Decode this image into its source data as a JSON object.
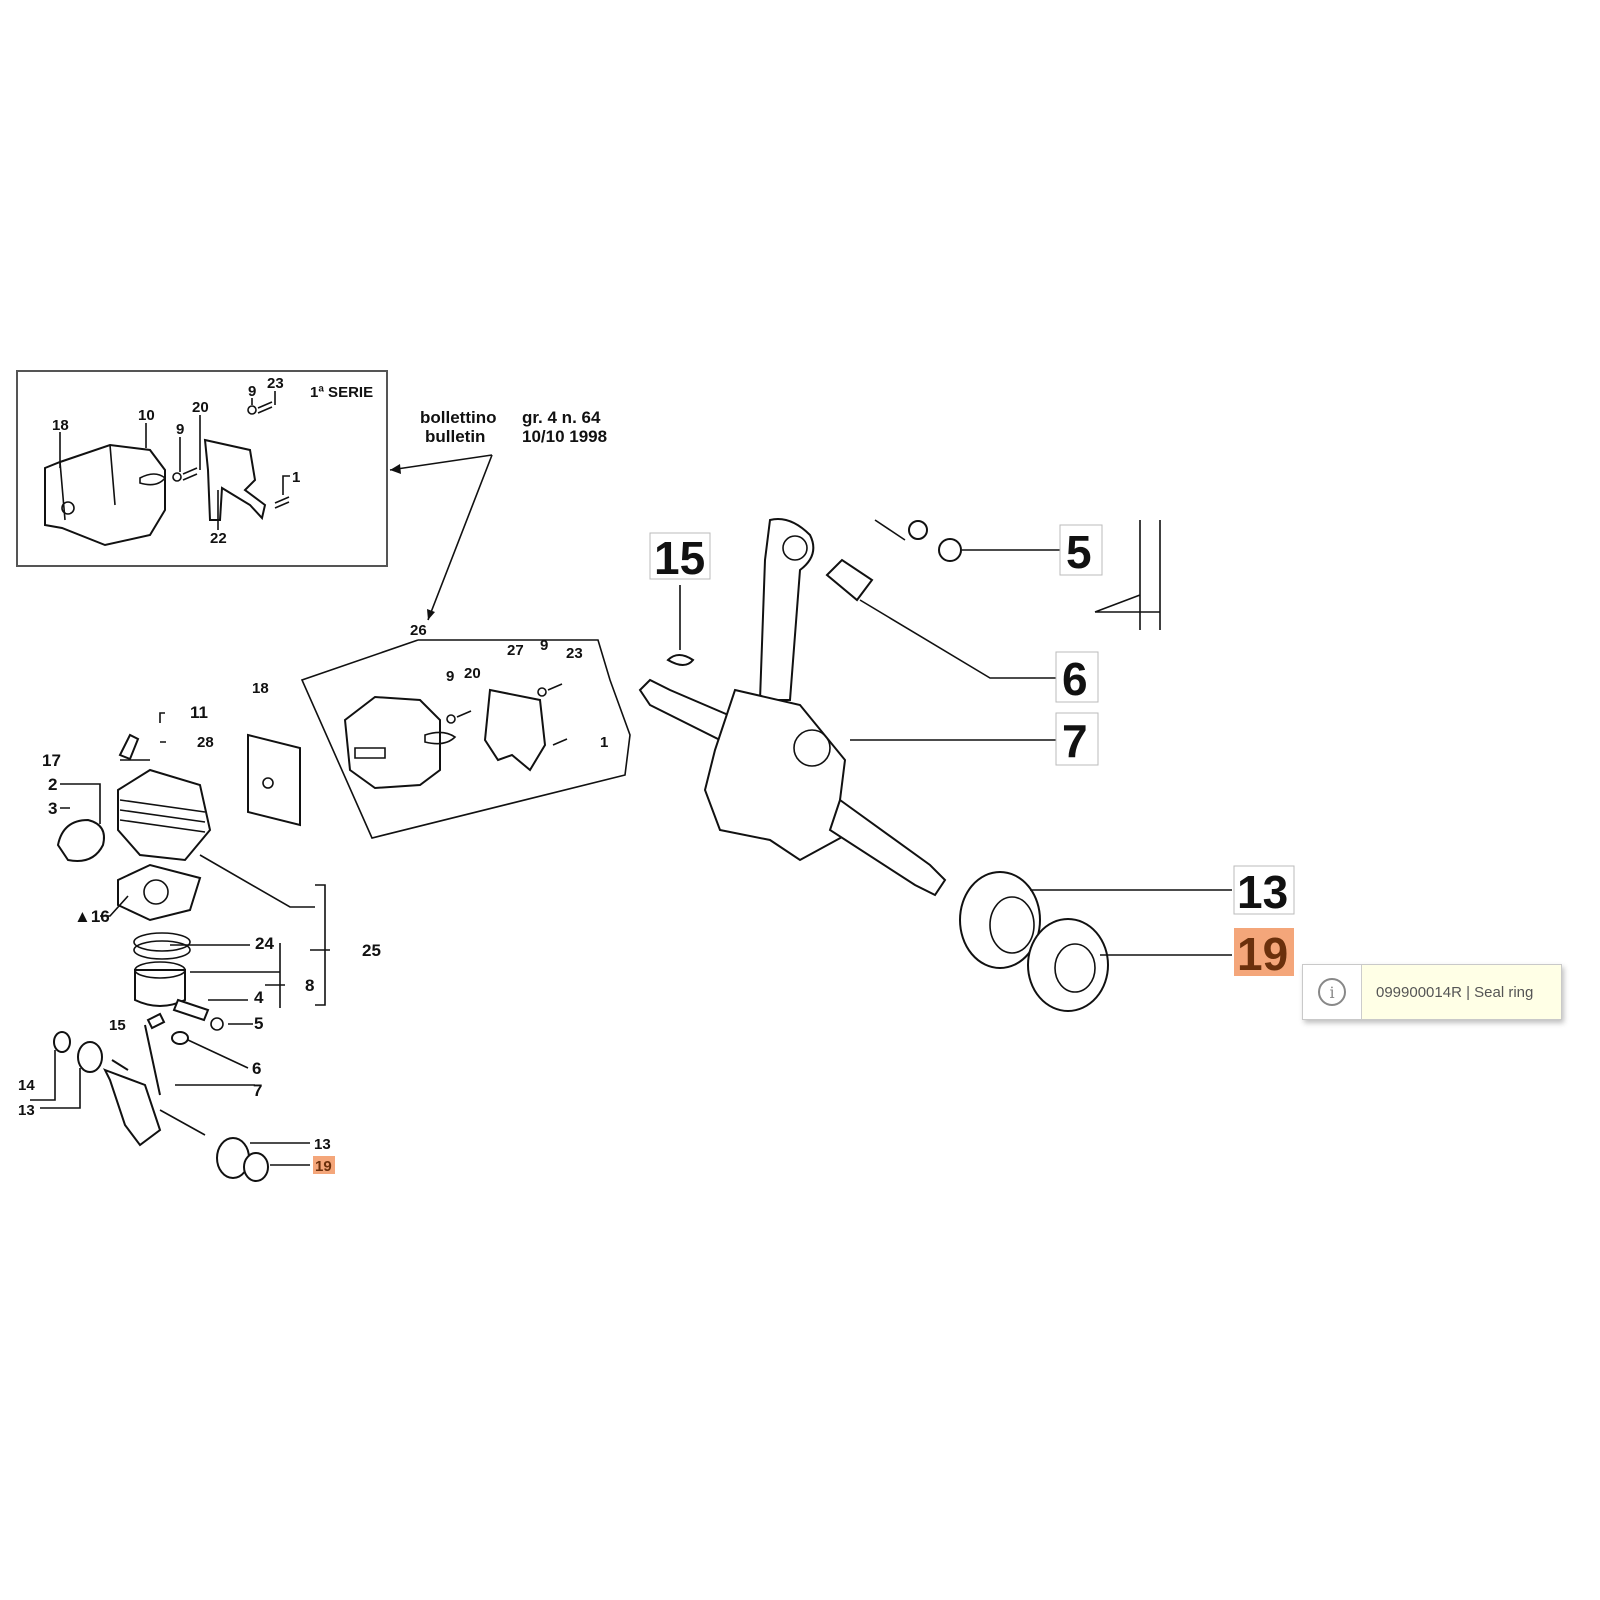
{
  "inset": {
    "series_label": "1ª SERIE",
    "labels": [
      "18",
      "10",
      "9",
      "20",
      "9",
      "23",
      "1",
      "22"
    ]
  },
  "bulletin": {
    "it": "bollettino",
    "en": "bulletin",
    "group": "gr. 4  n. 64",
    "date": "10/10 1998"
  },
  "alt_muffler": {
    "labels": [
      "26",
      "9",
      "20",
      "27",
      "9",
      "23",
      "1"
    ]
  },
  "small_diagram": {
    "labels": [
      "18",
      "11",
      "28",
      "17",
      "2",
      "3",
      "▲16",
      "24",
      "25",
      "8",
      "4",
      "5",
      "15",
      "6",
      "7",
      "14",
      "13",
      "13",
      "19"
    ]
  },
  "large_diagram": {
    "labels": [
      "15",
      "5",
      "6",
      "7",
      "13",
      "19"
    ]
  },
  "highlight": {
    "part": "19",
    "bg": "#f4a67a",
    "fg": "#6b300c"
  },
  "tooltip": {
    "icon": "info-icon",
    "text": "099900014R | Seal ring"
  }
}
